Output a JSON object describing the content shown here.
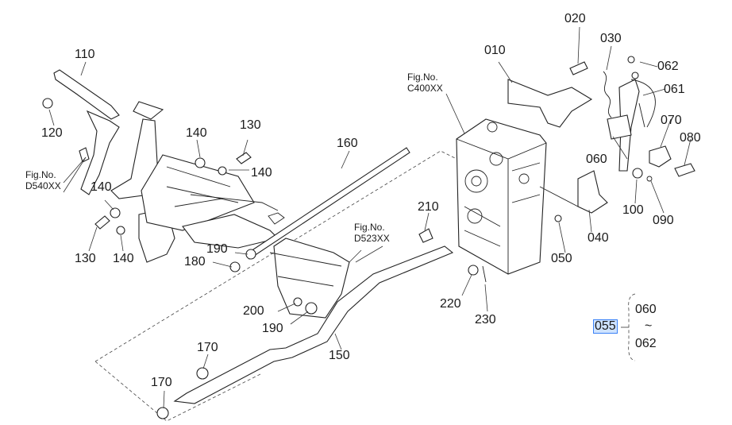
{
  "callouts": {
    "c010": "010",
    "c020": "020",
    "c030": "030",
    "c040": "040",
    "c050": "050",
    "c060a": "060",
    "c061": "061",
    "c062a": "062",
    "c070": "070",
    "c080": "080",
    "c090": "090",
    "c100": "100",
    "c110": "110",
    "c120": "120",
    "c130a": "130",
    "c130b": "130",
    "c140a": "140",
    "c140b": "140",
    "c140c": "140",
    "c140d": "140",
    "c150": "150",
    "c160": "160",
    "c170a": "170",
    "c170b": "170",
    "c180": "180",
    "c190a": "190",
    "c190b": "190",
    "c200": "200",
    "c210": "210",
    "c220": "220",
    "c230": "230"
  },
  "fig_refs": {
    "c400": {
      "line1": "Fig.No.",
      "line2": "C400XX"
    },
    "d540": {
      "line1": "Fig.No.",
      "line2": "D540XX"
    },
    "d523": {
      "line1": "Fig.No.",
      "line2": "D523XX"
    }
  },
  "group": {
    "selected_label": "055",
    "range_start": "060",
    "range_sep": "~",
    "range_end": "062"
  },
  "colors": {
    "line": "#222222",
    "highlight": "#cfe3ff",
    "highlight_border": "#3b82f6"
  }
}
